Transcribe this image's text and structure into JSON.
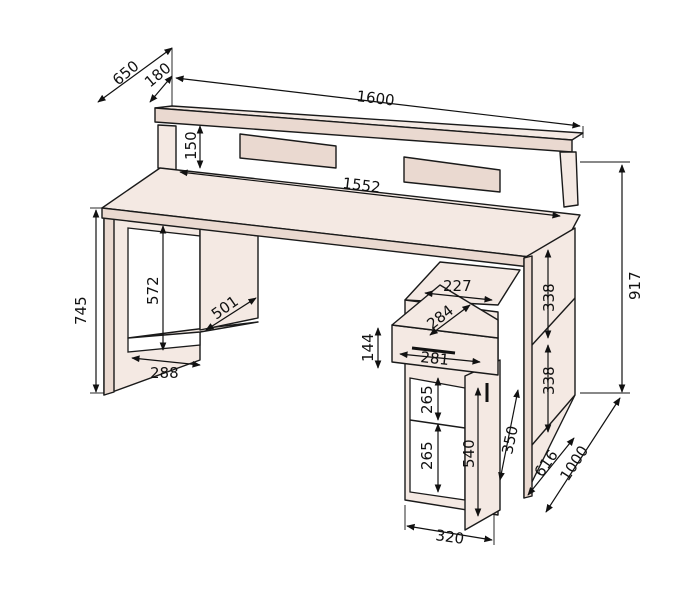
{
  "diagram": {
    "type": "furniture-dimension-drawing",
    "units_shown": "none",
    "colors": {
      "panel": "#f4e9e3",
      "edge": "#ead9d0",
      "line": "#1a1a1a"
    },
    "dimensions": {
      "overall_width": "1600",
      "overall_depth": "650",
      "shelf_depth": "180",
      "shelf_height": "150",
      "inner_width": "1552",
      "top_height": "917",
      "desk_height": "745",
      "leg_opening_height": "572",
      "leg_opening_depth": "501",
      "left_bottom_width": "288",
      "drawer_inner_depth": "284",
      "drawer_width": "227",
      "drawer_front_width": "281",
      "drawer_height": "144",
      "cabinet_shelf_upper": "265",
      "cabinet_shelf_lower": "265",
      "door_height": "540",
      "cabinet_width": "320",
      "cabinet_depth": "350",
      "side_shelf_upper": "338",
      "side_shelf_lower": "338",
      "side_depth": "616",
      "side_length": "1000"
    }
  }
}
